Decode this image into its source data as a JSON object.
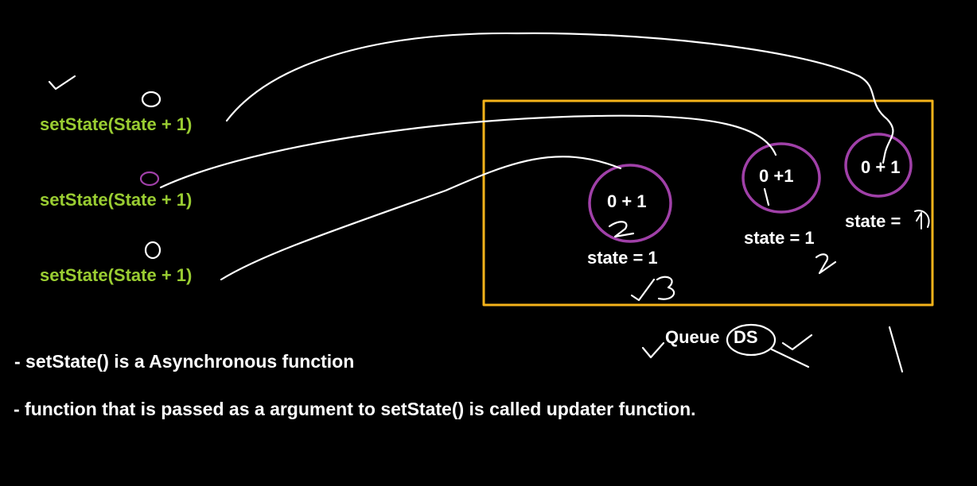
{
  "calls": [
    "setState(State + 1)",
    "setState(State + 1)",
    "setState(State + 1)"
  ],
  "queue": {
    "items": [
      {
        "expr": "0 + 1",
        "state": "state = 1"
      },
      {
        "expr": "0 +1",
        "state": "state = 1"
      },
      {
        "expr": "0 + 1",
        "state": "state = "
      }
    ],
    "label_left": "Queue",
    "label_right": "DS"
  },
  "notes": [
    "- setState() is a Asynchronous function",
    "- function that is passed as a argument to setState() is called updater function."
  ],
  "colors": {
    "background": "#000000",
    "code": "#9acd32",
    "box": "#f5b31a",
    "circle": "#a040a8",
    "ink": "#ffffff"
  }
}
